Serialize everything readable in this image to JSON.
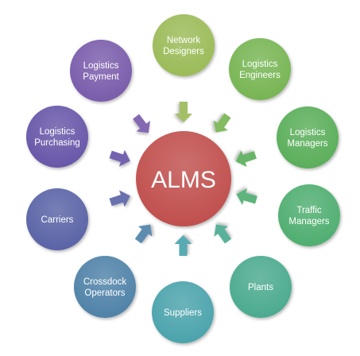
{
  "diagram": {
    "center": {
      "label": "ALMS",
      "color": "#C0504D"
    },
    "nodes": [
      {
        "id": "network-designers",
        "lines": [
          "Network",
          "Designers"
        ],
        "color": "#9BBB59"
      },
      {
        "id": "logistics-engineers",
        "lines": [
          "Logistics",
          "Engineers"
        ],
        "color": "#77B553"
      },
      {
        "id": "logistics-managers",
        "lines": [
          "Logistics",
          "Managers"
        ],
        "color": "#5AAE5A"
      },
      {
        "id": "traffic-managers",
        "lines": [
          "Traffic",
          "Managers"
        ],
        "color": "#4FAE6F"
      },
      {
        "id": "plants",
        "lines": [
          "Plants"
        ],
        "color": "#4BAA8F"
      },
      {
        "id": "suppliers",
        "lines": [
          "Suppliers"
        ],
        "color": "#4BA3AC"
      },
      {
        "id": "crossdock-operators",
        "lines": [
          "Crossdock",
          "Operators"
        ],
        "color": "#4F82A8"
      },
      {
        "id": "carriers",
        "lines": [
          "Carriers"
        ],
        "color": "#5A63A6"
      },
      {
        "id": "logistics-purchasing",
        "lines": [
          "Logistics",
          "Purchasing"
        ],
        "color": "#6756A8"
      },
      {
        "id": "logistics-payment",
        "lines": [
          "Logistics",
          "Payment"
        ],
        "color": "#7A5BAB"
      }
    ]
  }
}
